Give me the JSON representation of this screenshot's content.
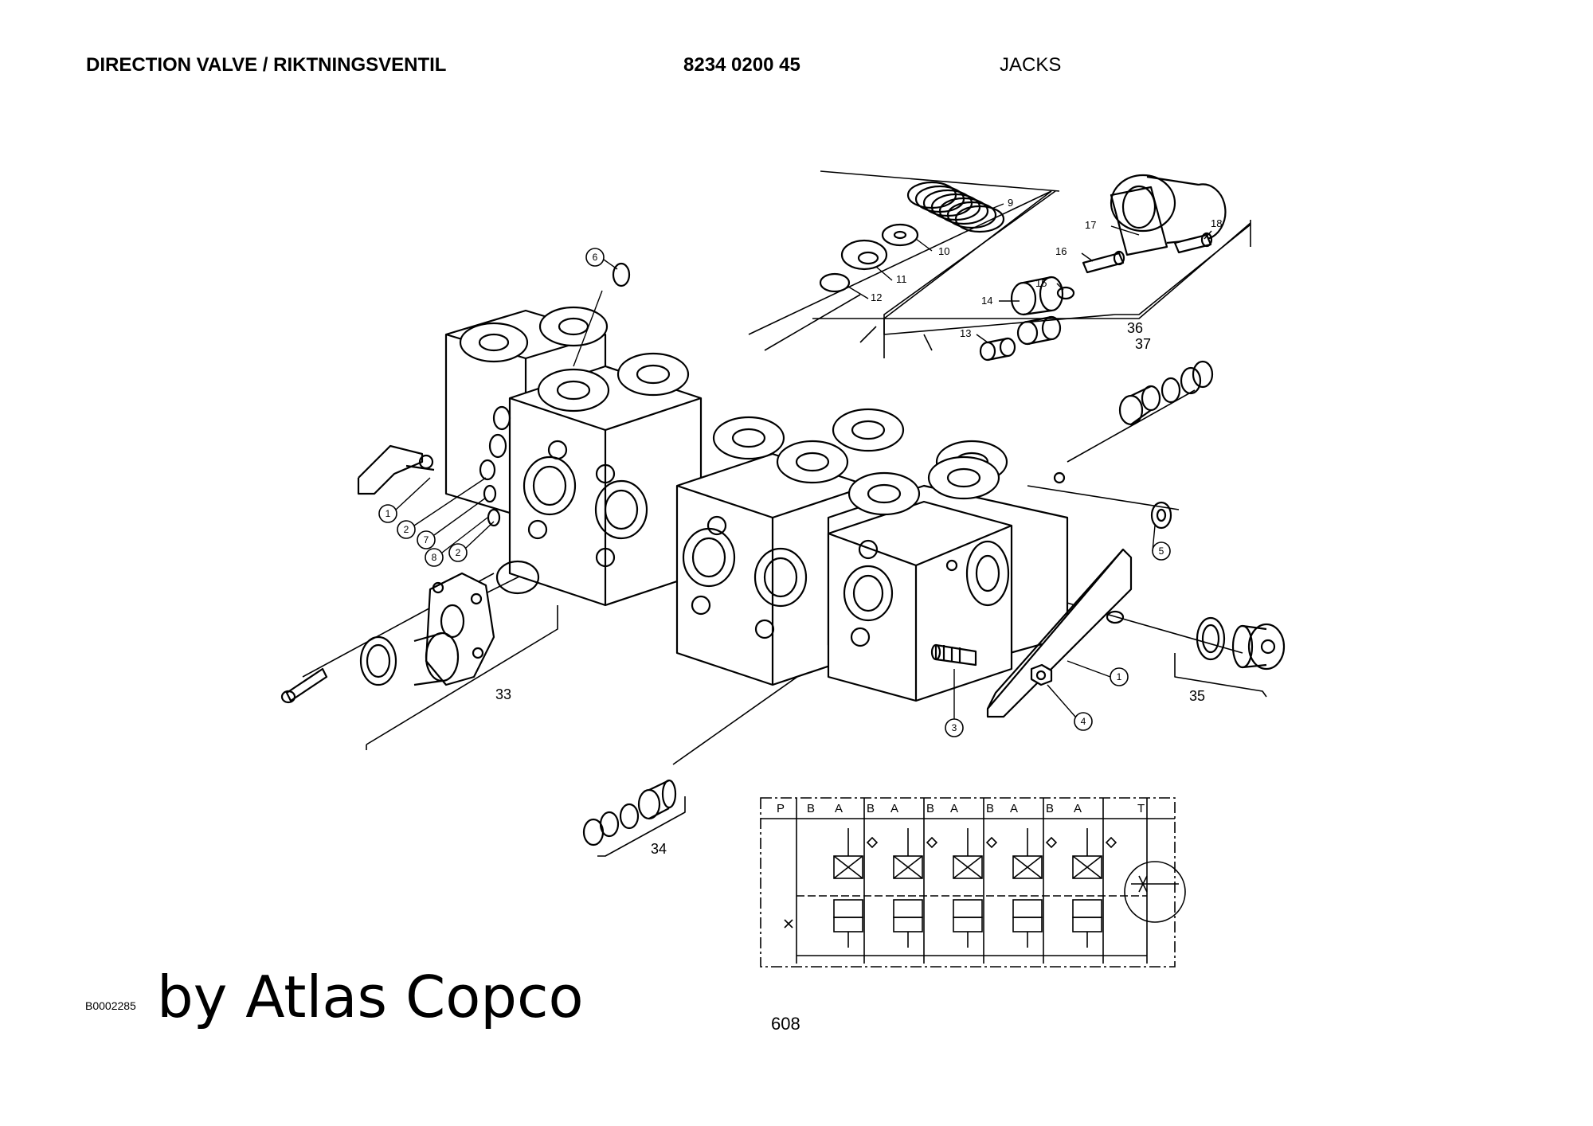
{
  "header": {
    "title": "DIRECTION VALVE / RIKTNINGSVENTIL",
    "part_number": "8234 0200 45",
    "group": "JACKS"
  },
  "callouts": {
    "c1": "1",
    "c2": "2",
    "c3": "3",
    "c4": "4",
    "c5": "5",
    "c6": "6",
    "c7": "7",
    "c8": "8",
    "c9": "9",
    "c10": "10",
    "c11": "11",
    "c12": "12",
    "c13": "13",
    "c14": "14",
    "c15": "15",
    "c16": "16",
    "c17": "17",
    "c18": "18",
    "g33": "33",
    "g34": "34",
    "g35": "35",
    "g36": "36",
    "g37": "37"
  },
  "schematic": {
    "port_p": "P",
    "port_t": "T",
    "port_labels": [
      "B",
      "A",
      "B",
      "A",
      "B",
      "A",
      "B",
      "A",
      "B",
      "A"
    ]
  },
  "footer": {
    "image_id": "B0002285",
    "brand": "by Atlas Copco",
    "page_number": "608"
  }
}
